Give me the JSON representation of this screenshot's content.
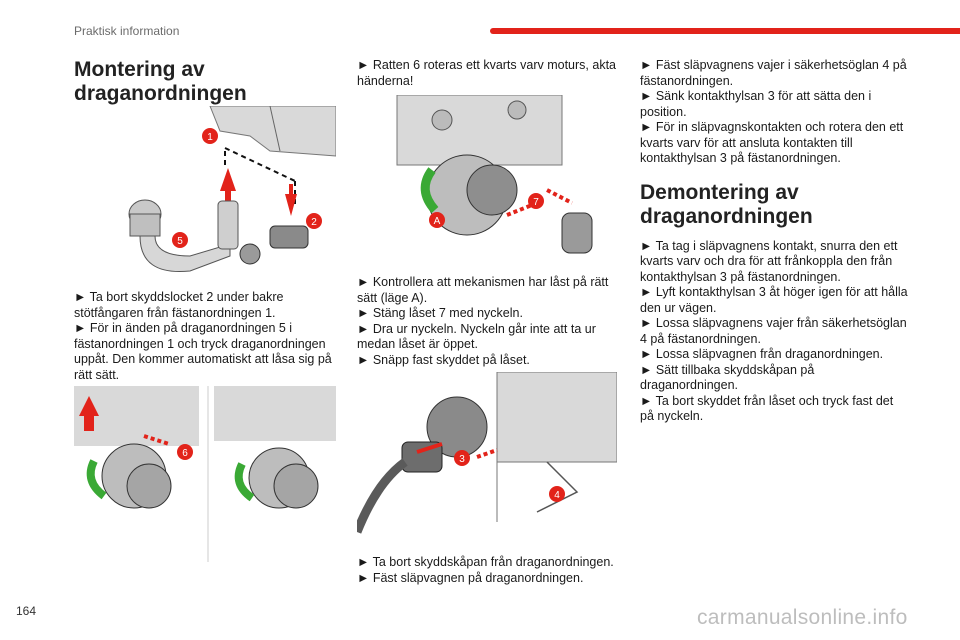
{
  "header": {
    "section": "Praktisk information"
  },
  "page_number": "164",
  "watermark": "carmanualsonline.info",
  "col1": {
    "title": "Montering av draganordningen",
    "p1": "► Ta bort skyddslocket 2 under bakre stötfångaren från fästanordningen 1.",
    "p2": "► För in änden på draganordningen 5 i fästanordningen 1 och tryck draganordningen uppåt. Den kommer automatiskt att låsa sig på rätt sätt."
  },
  "col2": {
    "p1": "► Ratten 6 roteras ett kvarts varv moturs, akta händerna!",
    "p2a": "► Kontrollera att mekanismen har låst på rätt sätt (läge A).",
    "p2b": "► Stäng låset 7 med nyckeln.",
    "p2c": "► Dra ur nyckeln. Nyckeln går inte att ta ur medan låset är öppet.",
    "p2d": "► Snäpp fast skyddet på låset.",
    "p3a": "► Ta bort skyddskåpan från draganordningen.",
    "p3b": "► Fäst släpvagnen på draganordningen."
  },
  "col3": {
    "p1a": "► Fäst släpvagnens vajer i säkerhetsöglan 4 på fästanordningen.",
    "p1b": "► Sänk kontakthylsan 3 för att sätta den i position.",
    "p1c": "► För in släpvagnskontakten och rotera den ett kvarts varv för att ansluta kontakten till kontakthylsan 3 på fästanordningen.",
    "title": "Demontering av draganordningen",
    "p2a": "► Ta tag i släpvagnens kontakt, snurra den ett kvarts varv och dra för att frånkoppla den från kontakthylsan 3 på fästanordningen.",
    "p2b": "► Lyft kontakthylsan 3 åt höger igen för att hålla den ur vägen.",
    "p2c": "► Lossa släpvagnens vajer från säkerhetsöglan 4 på fästanordningen.",
    "p2d": "► Lossa släpvagnen från draganordningen.",
    "p2e": "► Sätt tillbaka skyddskåpan på draganordningen.",
    "p2f": "► Ta bort skyddet från låset och tryck fast det på nyckeln."
  },
  "callouts": {
    "fig1": [
      "1",
      "2",
      "5"
    ],
    "fig2": [
      "6"
    ],
    "fig3": [
      "7",
      "A"
    ],
    "fig4": [
      "3",
      "4"
    ]
  },
  "colors": {
    "accent": "#e2231a",
    "green": "#3aa935"
  }
}
